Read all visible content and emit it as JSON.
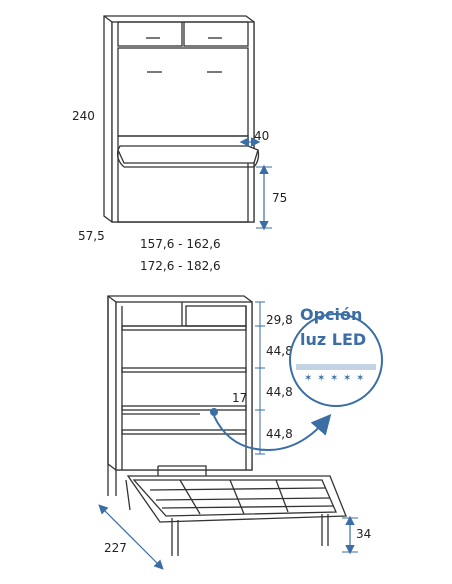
{
  "top_view": {
    "height_label": "240",
    "depth_label": "57,5",
    "shelf_label": "40",
    "table_height_label": "75",
    "width_label_1": "157,6 - 162,6",
    "width_label_2": "172,6 - 182,6"
  },
  "bottom_view": {
    "dims": [
      "29,8",
      "44,8",
      "44,8",
      "44,8"
    ],
    "side_label": "17",
    "length_label": "227",
    "leg_height_label": "34",
    "led_title_1": "Opción",
    "led_title_2": "luz LED"
  },
  "colors": {
    "line": "#333333",
    "accent": "#3a6ea5",
    "grey": "#888888"
  }
}
